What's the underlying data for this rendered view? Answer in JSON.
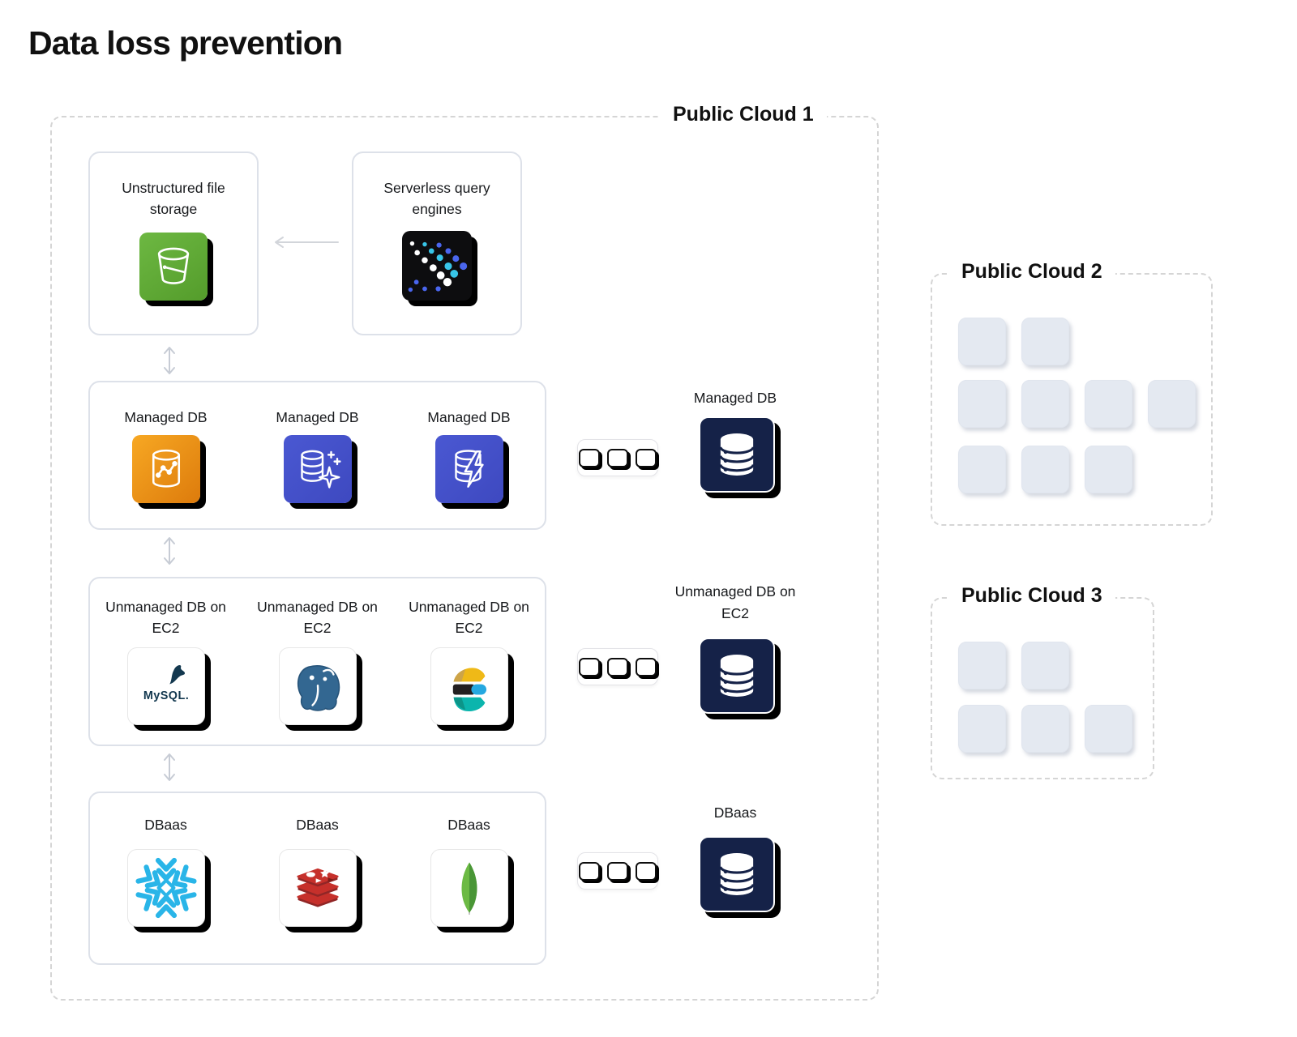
{
  "title": "Data loss prevention",
  "colors": {
    "navy": "#152248",
    "aws_orange": "#e8860d",
    "aws_indigo": "#4450c8",
    "s3_green": "#5fae33",
    "serverless_black": "#0d0d0f",
    "snowflake_blue": "#29b5e8",
    "redis_red": "#c6302b",
    "mongo_green": "#58a942",
    "postgres_blue": "#336791",
    "elastic_yellow": "#efb917",
    "elastic_blue": "#25a8e0",
    "elastic_teal": "#0bb5ad",
    "placeholder_gray": "#e4e9f1",
    "arrow_gray": "#c9ced6",
    "dashed_border": "#d5d5d5"
  },
  "cloud1": {
    "label": "Public Cloud 1",
    "storage_card": {
      "label": "Unstructured file storage",
      "icon": "s3-bucket-icon"
    },
    "query_card": {
      "label": "Serverless query engines",
      "icon": "query-dots-icon"
    },
    "rows": [
      {
        "items": [
          {
            "label": "Managed DB",
            "icon": "db-chart-icon"
          },
          {
            "label": "Managed DB",
            "icon": "db-sparkle-icon"
          },
          {
            "label": "Managed DB",
            "icon": "db-bolt-icon"
          }
        ],
        "more_icon": "three-boxes-icon",
        "summary": {
          "label": "Managed DB",
          "icon": "database-navy-icon"
        }
      },
      {
        "items": [
          {
            "label": "Unmanaged DB on EC2",
            "icon": "mysql-logo-icon",
            "logo_text": "MySQL."
          },
          {
            "label": "Unmanaged DB on EC2",
            "icon": "postgresql-logo-icon"
          },
          {
            "label": "Unmanaged DB on EC2",
            "icon": "elasticsearch-logo-icon"
          }
        ],
        "more_icon": "three-boxes-icon",
        "summary": {
          "label": "Unmanaged DB on EC2",
          "icon": "database-navy-icon"
        }
      },
      {
        "items": [
          {
            "label": "DBaas",
            "icon": "snowflake-logo-icon"
          },
          {
            "label": "DBaas",
            "icon": "redis-logo-icon"
          },
          {
            "label": "DBaas",
            "icon": "mongodb-logo-icon"
          }
        ],
        "more_icon": "three-boxes-icon",
        "summary": {
          "label": "DBaas",
          "icon": "database-navy-icon"
        }
      }
    ]
  },
  "cloud2": {
    "label": "Public Cloud 2",
    "tile_rows": [
      2,
      4,
      3
    ]
  },
  "cloud3": {
    "label": "Public Cloud 3",
    "tile_rows": [
      2,
      3
    ]
  }
}
